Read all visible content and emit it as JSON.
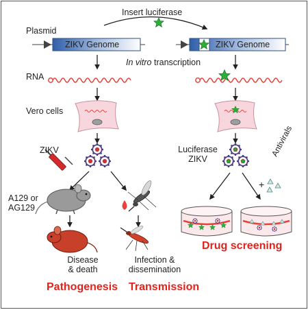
{
  "labels": {
    "insert_luciferase": "Insert luciferase",
    "plasmid": "Plasmid",
    "genome_left": "ZIKV Genome",
    "genome_right": "ZIKV Genome",
    "transcription_italic": "In vitro",
    "transcription_rest": " transcription",
    "rna": "RNA",
    "vero": "Vero cells",
    "zikv": "ZIKV",
    "luciferase_zikv": "Luciferase\nZIKV",
    "antivirals": "Antivirals",
    "plus": "+",
    "mouse_strain": "A129 or\nAG129",
    "disease": "Disease\n& death",
    "infection": "Infection &\ndissemination",
    "pathogenesis": "Pathogenesis",
    "transmission": "Transmission",
    "drug_screening": "Drug screening"
  },
  "colors": {
    "plasmid_blue": "#3f6fb5",
    "rna_red": "#e8433a",
    "cell_pink": "#f7d6de",
    "star_green": "#2cae3a",
    "title_red": "#e0231b",
    "mouse_gray": "#9a9a9a",
    "mouse_red": "#c8402a"
  }
}
